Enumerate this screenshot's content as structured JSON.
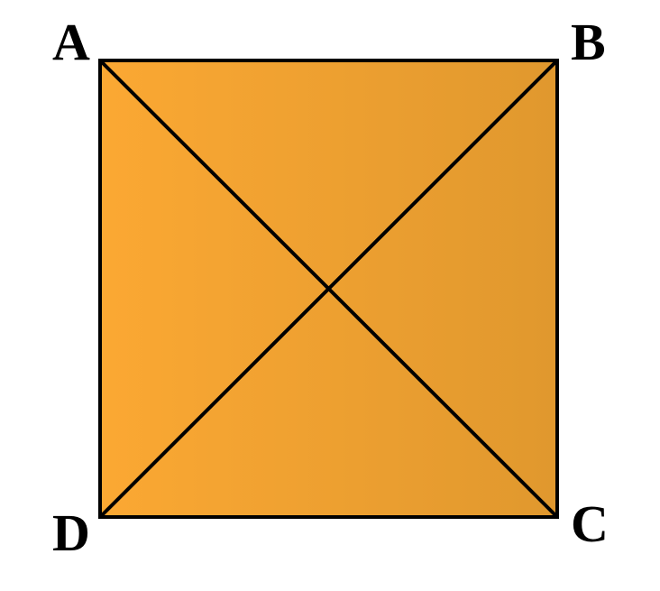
{
  "diagram": {
    "shape": "square",
    "vertices": {
      "top_left": "A",
      "top_right": "B",
      "bottom_right": "C",
      "bottom_left": "D"
    },
    "diagonals": [
      "AC",
      "BD"
    ]
  },
  "colors": {
    "fill_left": "#FBA833",
    "fill_right": "#E0982E",
    "stroke": "#000000",
    "background": "#FFFFFF"
  }
}
